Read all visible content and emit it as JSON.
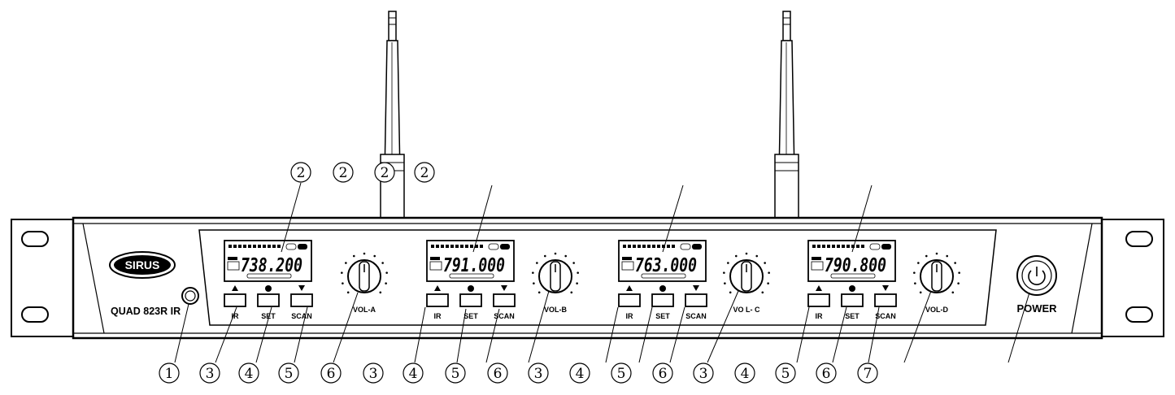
{
  "brand": {
    "logo_text": "SIRUS",
    "model": "QUAD 823R IR"
  },
  "power_label": "POWER",
  "channels": [
    {
      "frequency": "738.200",
      "volume_label": "VOL-A",
      "buttons": [
        "IR",
        "SET",
        "SCAN"
      ]
    },
    {
      "frequency": "791.000",
      "volume_label": "VOL-B",
      "buttons": [
        "IR",
        "SET",
        "SCAN"
      ]
    },
    {
      "frequency": "763.000",
      "volume_label": "VO L- C",
      "buttons": [
        "IR",
        "SET",
        "SCAN"
      ]
    },
    {
      "frequency": "790.800",
      "volume_label": "VOL-D",
      "buttons": [
        "IR",
        "SET",
        "SCAN"
      ]
    }
  ],
  "callouts_top": [
    "2",
    "2",
    "2",
    "2"
  ],
  "callouts_bottom": [
    "1",
    "3",
    "4",
    "5",
    "6",
    "3",
    "4",
    "5",
    "6",
    "3",
    "4",
    "5",
    "6",
    "3",
    "4",
    "5",
    "6",
    "7"
  ],
  "icons": {
    "up": "triangle-up-icon",
    "set": "dot-icon",
    "down": "triangle-down-icon",
    "power": "power-icon",
    "antenna": "antenna-icon"
  }
}
